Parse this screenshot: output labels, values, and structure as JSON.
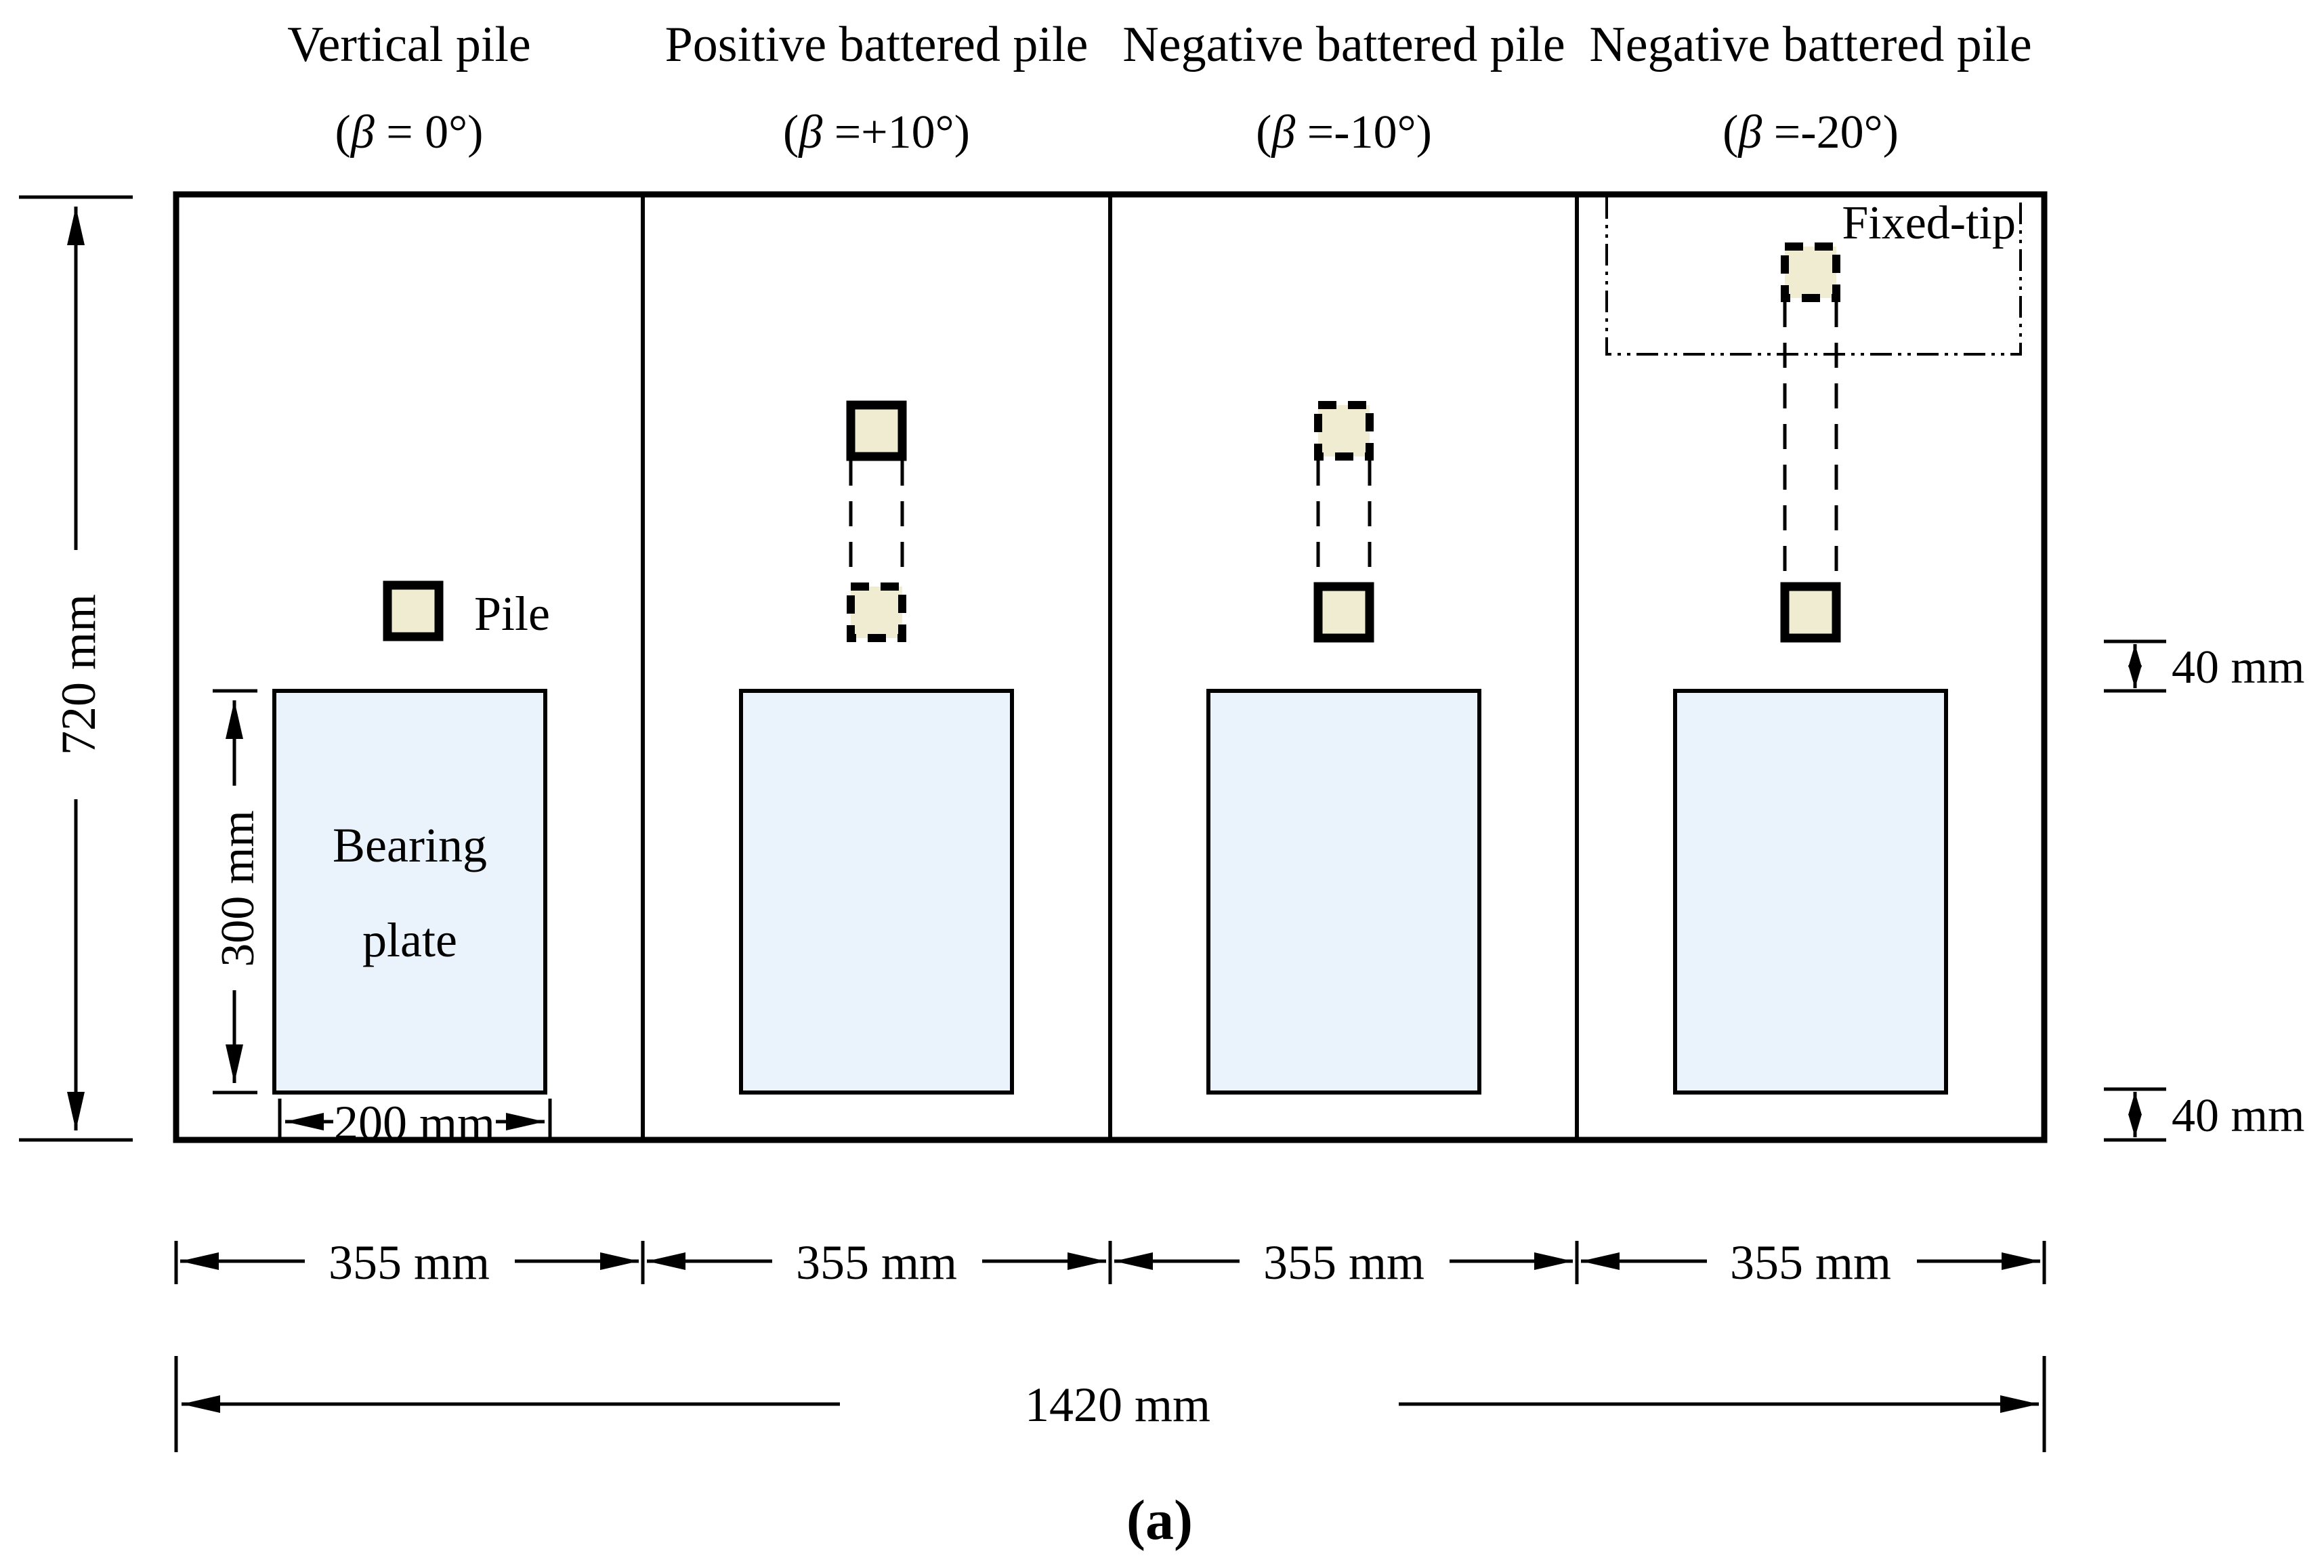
{
  "figure": {
    "caption": "(a)",
    "panels": [
      {
        "title": "Vertical pile",
        "beta_open": "(",
        "beta": "β",
        "beta_rest": " = 0°)",
        "width_label": "355 mm"
      },
      {
        "title": "Positive battered pile",
        "beta_open": "(",
        "beta": "β",
        "beta_rest": " =+10°)",
        "width_label": "355 mm"
      },
      {
        "title": "Negative battered pile",
        "beta_open": "(",
        "beta": "β",
        "beta_rest": " =-10°)",
        "width_label": "355 mm"
      },
      {
        "title": "Negative battered pile",
        "beta_open": "(",
        "beta": "β",
        "beta_rest": " =-20°)",
        "width_label": "355 mm"
      }
    ],
    "legend": {
      "pile": "Pile"
    },
    "plate": {
      "line1": "Bearing",
      "line2": "plate"
    },
    "fixed_tip": "Fixed-tip",
    "dims": {
      "total_height": "720 mm",
      "plate_height": "300 mm",
      "plate_width": "200 mm",
      "pile_gap": "40 mm",
      "base_gap": "40 mm",
      "total_width": "1420 mm"
    },
    "colors": {
      "pile_fill": "#efecd2",
      "plate_fill": "#eaf2fb",
      "line": "#000000",
      "background": "#ffffff"
    }
  }
}
